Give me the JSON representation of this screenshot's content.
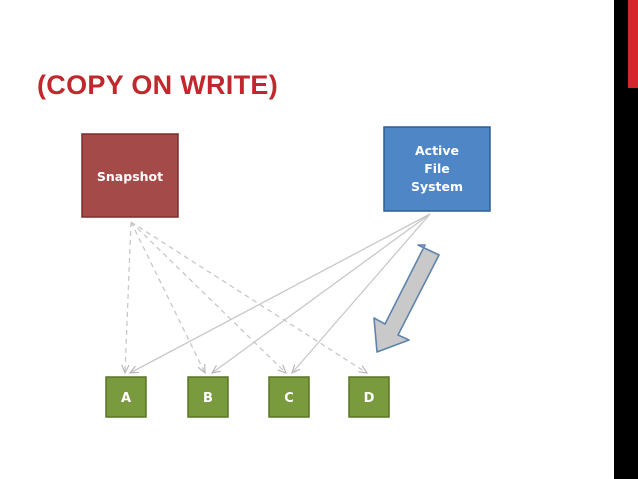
{
  "slide": {
    "title": "(COPY ON WRITE)"
  },
  "colors": {
    "title": "#c0282d",
    "accent_bar": "#d6262b",
    "snapshot_fill": "#a44a48",
    "snapshot_stroke": "#7a2f2d",
    "active_fill": "#4f86c6",
    "active_stroke": "#2f5e93",
    "block_fill": "#7a9a3e",
    "block_stroke": "#5a7527",
    "arrow_line": "#c8c8c8",
    "big_arrow_fill": "#c9c9c9",
    "big_arrow_stroke": "#5e84ad"
  },
  "diagram": {
    "snapshot": {
      "label": "Snapshot"
    },
    "active_fs": {
      "lines": [
        "Active",
        "File",
        "System"
      ]
    },
    "blocks": [
      {
        "label": "A"
      },
      {
        "label": "B"
      },
      {
        "label": "C"
      },
      {
        "label": "D"
      }
    ]
  }
}
